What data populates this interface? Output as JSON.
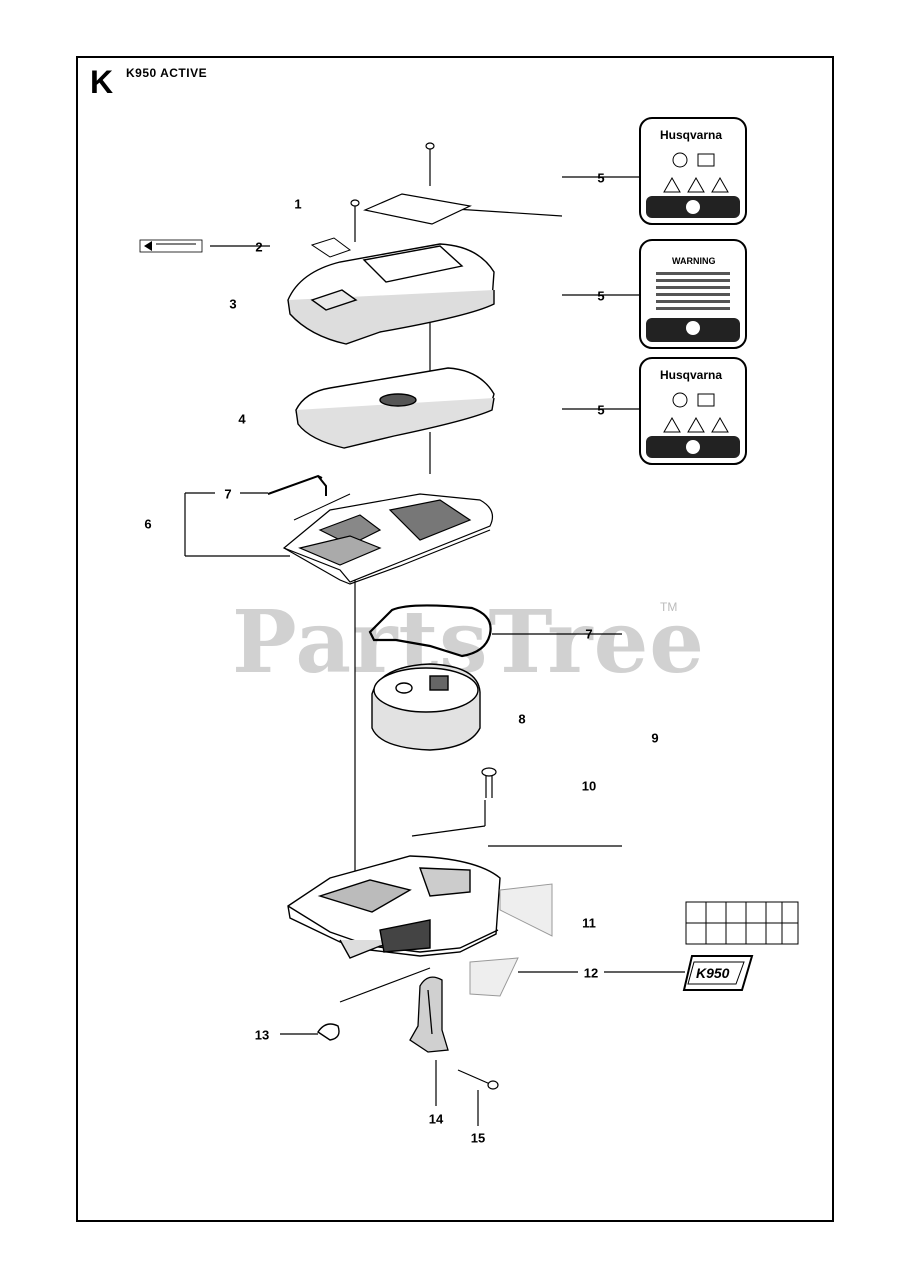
{
  "header": {
    "section_letter": "K",
    "model": "K950 ACTIVE"
  },
  "watermark": {
    "text": "PartsTree",
    "tm": "TM"
  },
  "decals": {
    "brand": "Husqvarna",
    "warning_heading": "WARNING",
    "model_badge": "K950"
  },
  "callouts": [
    {
      "id": "1",
      "label": "1"
    },
    {
      "id": "2",
      "label": "2"
    },
    {
      "id": "3",
      "label": "3"
    },
    {
      "id": "4",
      "label": "4"
    },
    {
      "id": "5a",
      "label": "5"
    },
    {
      "id": "5b",
      "label": "5"
    },
    {
      "id": "5c",
      "label": "5"
    },
    {
      "id": "6",
      "label": "6"
    },
    {
      "id": "7a",
      "label": "7"
    },
    {
      "id": "7b",
      "label": "7"
    },
    {
      "id": "8",
      "label": "8"
    },
    {
      "id": "9",
      "label": "9"
    },
    {
      "id": "10",
      "label": "10"
    },
    {
      "id": "11",
      "label": "11"
    },
    {
      "id": "12",
      "label": "12"
    },
    {
      "id": "13",
      "label": "13"
    },
    {
      "id": "14",
      "label": "14"
    },
    {
      "id": "15",
      "label": "15"
    }
  ],
  "colors": {
    "line": "#000000",
    "watermark": "#c9c9c9"
  }
}
